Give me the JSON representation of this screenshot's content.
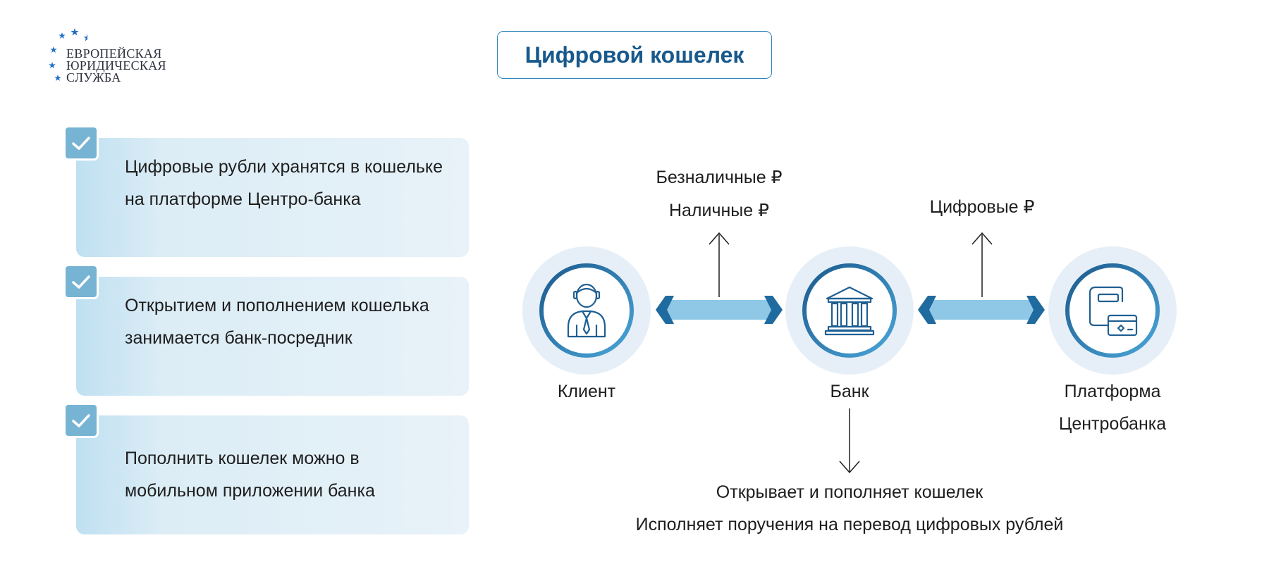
{
  "logo": {
    "lines": [
      "ЕВРОПЕЙСКАЯ",
      "ЮРИДИЧЕСКАЯ",
      "СЛУЖБА"
    ],
    "star_color": "#1f6fc4"
  },
  "title": "Цифровой кошелек",
  "facts": [
    {
      "text": "Цифровые рубли хранятся в кошельке на платформе Центро-банка"
    },
    {
      "text": "Открытием и пополнением кошелька занимается банк-посредник"
    },
    {
      "text": "Пополнить кошелек можно в мобильном приложении банка"
    }
  ],
  "diagram": {
    "nodes": [
      {
        "label": "Клиент",
        "icon": "person-icon"
      },
      {
        "label": "Банк",
        "icon": "bank-building-icon"
      },
      {
        "label": "Платформа Центробанка",
        "icon": "wallet-icon"
      }
    ],
    "client_bank_flow": [
      "Безналичные ₽",
      "Наличные ₽"
    ],
    "bank_platform_flow": "Цифровые ₽",
    "bank_role": [
      "Открывает и пополняет кошелек",
      "Исполняет поручения на перевод цифровых рублей"
    ]
  },
  "colors": {
    "title": "#17598d",
    "title_border": "#2f84ba",
    "card": "#e8f2f8",
    "checkbox": "#77b3d3",
    "node_halo": "#e6eff7",
    "node_ring_dark": "#1c5a8d",
    "node_ring_light": "#4aa6d8",
    "icon": "#1f5f92",
    "flow_arrow": "#8ec8e6"
  }
}
